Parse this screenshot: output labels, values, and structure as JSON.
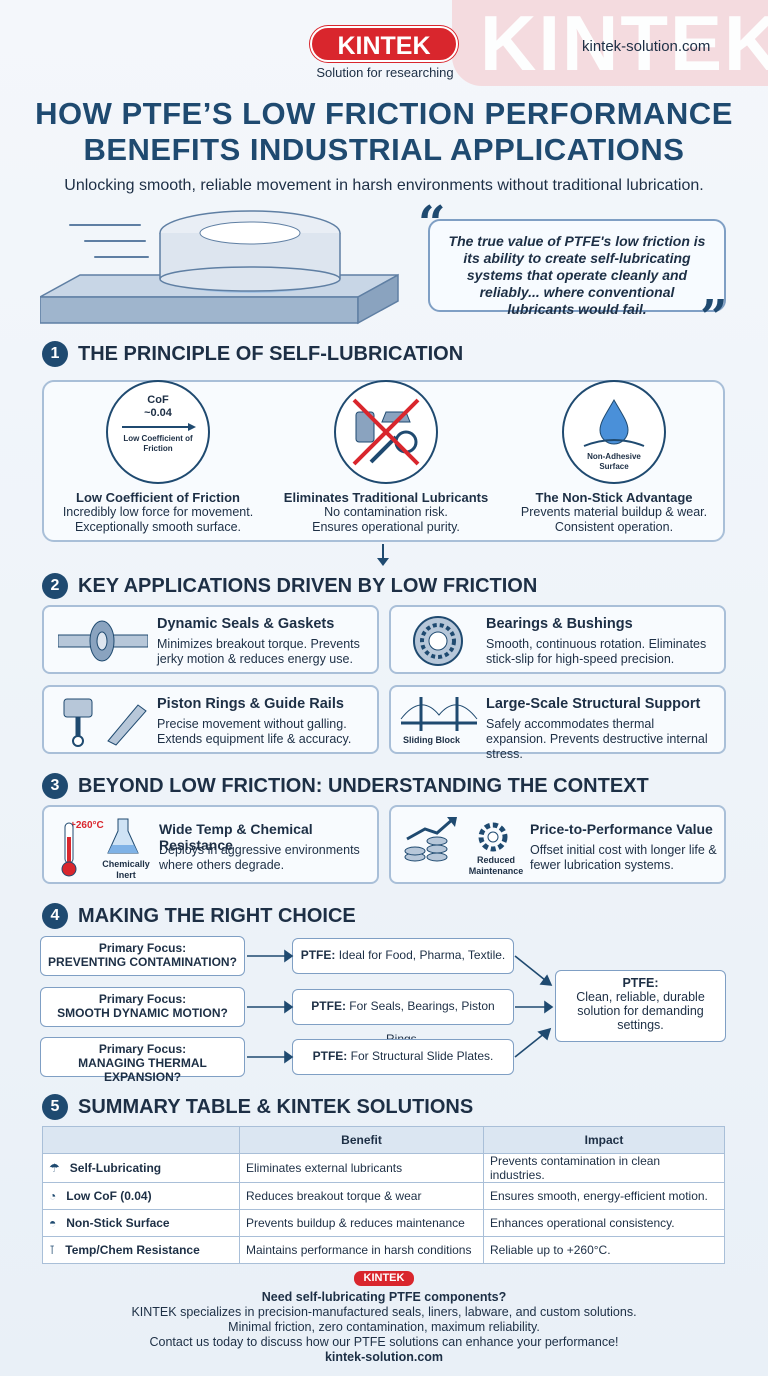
{
  "header": {
    "watermark": "KINTEK",
    "logo": "KINTEK",
    "tagline": "Solution for researching",
    "url": "kintek-solution.com"
  },
  "title": "HOW PTFE’S LOW FRICTION PERFORMANCE BENEFITS INDUSTRIAL APPLICATIONS",
  "subtitle": "Unlocking smooth, reliable movement in harsh environments without traditional lubrication.",
  "quote": "The true value of PTFE's low friction is its ability to create self-lubricating systems that operate cleanly and reliably... where conventional lubricants would fail.",
  "sections": {
    "s1": {
      "num": "1",
      "title": "THE PRINCIPLE OF SELF-LUBRICATION"
    },
    "s2": {
      "num": "2",
      "title": "KEY APPLICATIONS DRIVEN BY LOW FRICTION"
    },
    "s3": {
      "num": "3",
      "title": "BEYOND LOW FRICTION: UNDERSTANDING THE CONTEXT"
    },
    "s4": {
      "num": "4",
      "title": "MAKING THE RIGHT CHOICE"
    },
    "s5": {
      "num": "5",
      "title": "SUMMARY TABLE & KINTEK SOLUTIONS"
    }
  },
  "principles": [
    {
      "icon_text": "CoF\n~0.04",
      "icon_label": "Low Coefficient of Friction",
      "heading": "Low Coefficient of Friction",
      "line1": "Incredibly low force for movement.",
      "line2": "Exceptionally smooth surface."
    },
    {
      "heading": "Eliminates Traditional Lubricants",
      "line1": "No contamination risk.",
      "line2": "Ensures operational purity."
    },
    {
      "icon_label": "Non-Adhesive Surface",
      "heading": "The Non-Stick Advantage",
      "line1": "Prevents material buildup & wear.",
      "line2": "Consistent operation."
    }
  ],
  "applications": [
    {
      "heading": "Dynamic Seals & Gaskets",
      "text": "Minimizes breakout torque. Prevents jerky motion & reduces energy use."
    },
    {
      "heading": "Bearings & Bushings",
      "text": "Smooth, continuous rotation. Eliminates stick-slip for high-speed precision."
    },
    {
      "heading": "Piston Rings & Guide Rails",
      "text": "Precise movement without galling. Extends equipment life & accuracy."
    },
    {
      "heading": "Large-Scale Structural Support",
      "text": "Safely accommodates thermal expansion. Prevents destructive internal stress.",
      "icon_label": "Sliding Block"
    }
  ],
  "context": [
    {
      "heading": "Wide Temp & Chemical Resistance",
      "text": "Deploys in aggressive environments where others degrade.",
      "temp": "+260°C",
      "icon_label": "Chemically Inert"
    },
    {
      "heading": "Price-to-Performance Value",
      "text": "Offset initial cost with longer life & fewer lubrication systems.",
      "icon_label": "Reduced Maintenance"
    }
  ],
  "choices": [
    {
      "focus": "Primary Focus:",
      "need": "PREVENTING CONTAMINATION?",
      "result_bold": "PTFE:",
      "result": " Ideal for Food, Pharma, Textile."
    },
    {
      "focus": "Primary Focus:",
      "need": "SMOOTH DYNAMIC MOTION?",
      "result_bold": "PTFE:",
      "result": " For Seals, Bearings, Piston Rings."
    },
    {
      "focus": "Primary Focus:",
      "need": "MANAGING THERMAL EXPANSION?",
      "result_bold": "PTFE:",
      "result": " For Structural Slide Plates."
    }
  ],
  "conclusion": {
    "head": "PTFE:",
    "text": "Clean, reliable, durable solution for demanding settings."
  },
  "table": {
    "headers": [
      "",
      "Benefit",
      "Impact"
    ],
    "rows": [
      {
        "label": "Self-Lubricating",
        "benefit": "Eliminates external lubricants",
        "impact": "Prevents contamination in clean industries."
      },
      {
        "label": "Low CoF (0.04)",
        "benefit": "Reduces breakout torque & wear",
        "impact": "Ensures smooth, energy-efficient motion."
      },
      {
        "label": "Non-Stick Surface",
        "benefit": "Prevents buildup & reduces maintenance",
        "impact": "Enhances operational consistency."
      },
      {
        "label": "Temp/Chem Resistance",
        "benefit": "Maintains performance in harsh conditions",
        "impact": "Reliable up to +260°C."
      }
    ]
  },
  "footer": {
    "logo": "KINTEK",
    "line1": "Need self-lubricating PTFE components?",
    "line2": "KINTEK specializes in precision-manufactured seals, liners, labware, and custom solutions.",
    "line3": "Minimal friction, zero contamination, maximum reliability.",
    "line4": "Contact us today to discuss how our PTFE solutions can enhance your performance!",
    "url": "kintek-solution.com"
  },
  "colors": {
    "navy": "#1f4a70",
    "red": "#d9262d",
    "border": "#a9bfd8"
  }
}
